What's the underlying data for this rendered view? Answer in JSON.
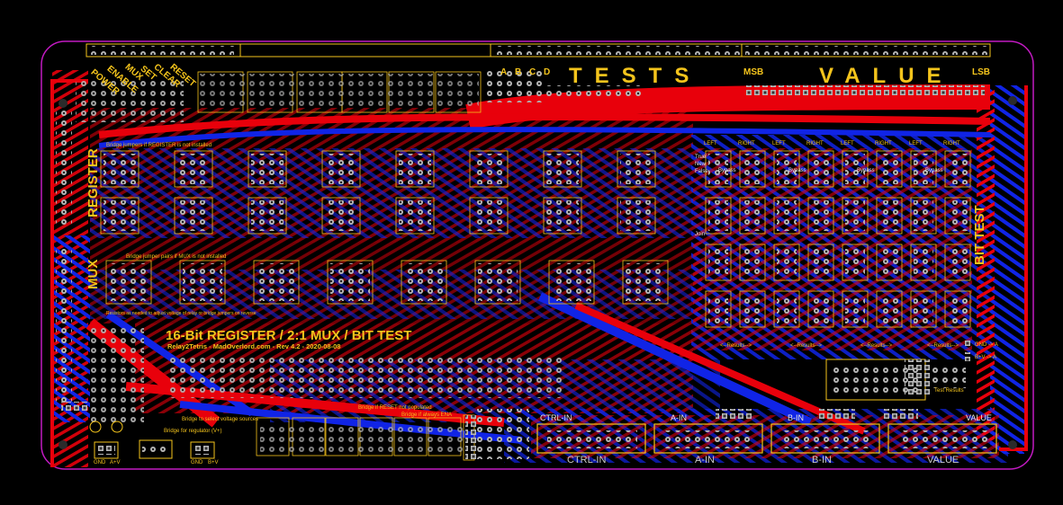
{
  "board": {
    "title": "16-Bit REGISTER / 2:1 MUX / BIT TEST",
    "subtitle": "Relay2Tetris - MadOverlord.com - Rev 4.2 - 2020-08-08"
  },
  "sections": {
    "tests": "TESTS",
    "value": "VALUE",
    "register": "REGISTER",
    "mux": "MUX",
    "bit_test": "BIT TEST",
    "msb": "MSB",
    "lsb": "LSB"
  },
  "test_letters": [
    "A",
    "B",
    "C",
    "D"
  ],
  "control_labels": [
    "POWER",
    "ENABLE",
    "MUX",
    "SET",
    "CLEAR",
    "RESET"
  ],
  "connectors": {
    "ctrl_in": "CTRL-IN",
    "a_in": "A-IN",
    "b_in": "B-IN",
    "value": "VALUE"
  },
  "notes": {
    "reg_bridge": "Bridge jumpers if REGISTER is not installed",
    "mux_bridge": "Bridge jumper pairs if MUX is not installed",
    "resistor": "Resistors as needed to adjust voltage of relay or bridge jumpers on reverse",
    "voltage": "Bridge to select voltage sources",
    "regulator": "Bridge for regulator (V+)",
    "reset_bridge": "Bridge if RESET not populated",
    "always_ena": "Bridge if always ENA"
  },
  "small_labels": {
    "gnd": "GND",
    "av": "A+V",
    "bv": "B+V",
    "gnd_a": "GND -> A",
    "bv_a": "B+V -> A",
    "left": "LEFT",
    "right": "RIGHT",
    "results": "<--Results-->",
    "join": "Join",
    "true": "True",
    "new": "New",
    "false": "False",
    "bypass": "Bypass",
    "test_results": "Test Results"
  },
  "colors": {
    "background": "#000000",
    "top_copper": "#e8000b",
    "bottom_copper": "#1024e6",
    "silkscreen": "#f4c41c",
    "outline": "#c21ac2",
    "pad": "#b9b9b9"
  }
}
